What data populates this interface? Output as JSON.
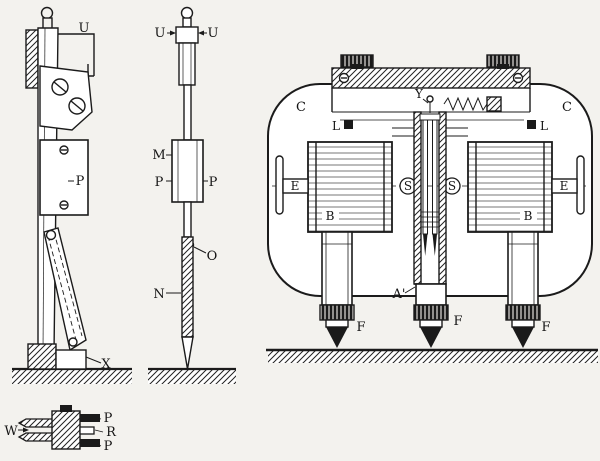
{
  "plate": {
    "description": "Antique mechanical engraving plate with four figure views",
    "ink_color": "#1b1b1b",
    "paper_color": "#f3f2ee"
  },
  "fig1": {
    "name": "standard-and-lever-side-view",
    "labels": {
      "u": "U",
      "p": "P",
      "x": "X"
    }
  },
  "fig2": {
    "name": "plumb-rod-front-view",
    "labels": {
      "u_left": "U",
      "u_right": "U",
      "m": "M",
      "p_left": "P",
      "p_right": "P",
      "o": "O",
      "n": "N"
    }
  },
  "fig3": {
    "name": "case-cross-section-view",
    "labels": {
      "c_left": "C",
      "c_right": "C",
      "y": "Y",
      "l_left": "L",
      "l_right": "L",
      "e_left": "E",
      "e_right": "E",
      "s_left": "S",
      "s_right": "S",
      "b_left": "B",
      "b_right": "B",
      "a_prime": "A'",
      "f_left": "F",
      "f_center": "F",
      "f_right": "F"
    }
  },
  "fig4": {
    "name": "pen-clamp-detail",
    "labels": {
      "w": "W",
      "p_top": "P",
      "r": "R",
      "p_bottom": "P"
    }
  }
}
